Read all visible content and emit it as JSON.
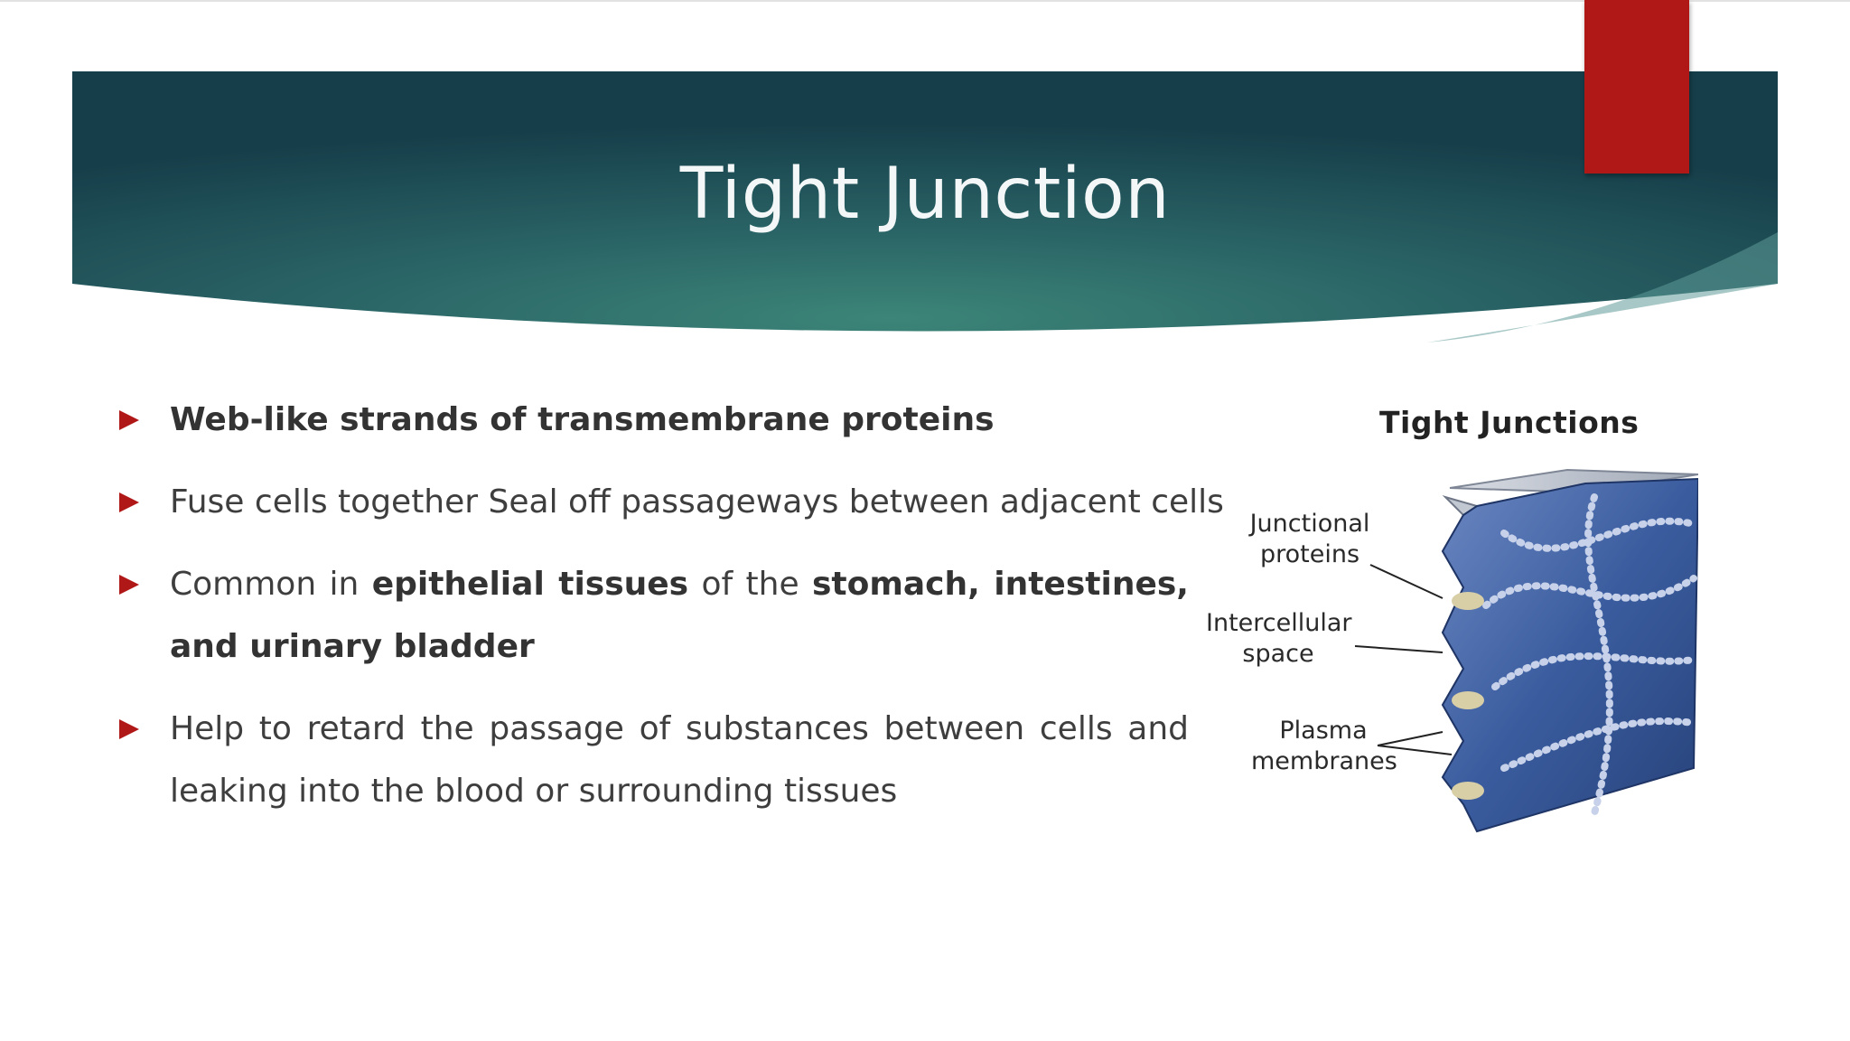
{
  "slide": {
    "title": "Tight Junction",
    "bullets": [
      {
        "parts": [
          {
            "text": "Web-like strands of transmembrane proteins",
            "bold": true
          }
        ]
      },
      {
        "parts": [
          {
            "text": "Fuse cells together Seal off passageways between adjacent cells",
            "bold": false
          }
        ]
      },
      {
        "parts": [
          {
            "text": "Common in ",
            "bold": false
          },
          {
            "text": "epithelial tissues",
            "bold": true
          },
          {
            "text": " of the ",
            "bold": false
          },
          {
            "text": "stomach, intestines, and urinary bladder",
            "bold": true
          }
        ]
      },
      {
        "parts": [
          {
            "text": "Help to retard the passage of substances between cells and leaking into the blood or surrounding tissues",
            "bold": false
          }
        ]
      }
    ]
  },
  "figure": {
    "title": "Tight Junctions",
    "labels": {
      "junctional": "Junctional proteins",
      "intercellular": "Intercellular space",
      "plasma": "Plasma membranes"
    }
  },
  "colors": {
    "banner_dark": "#17414a",
    "banner_light": "#367f78",
    "accent_red": "#b01818",
    "membrane_blue": "#3a5c9e"
  }
}
